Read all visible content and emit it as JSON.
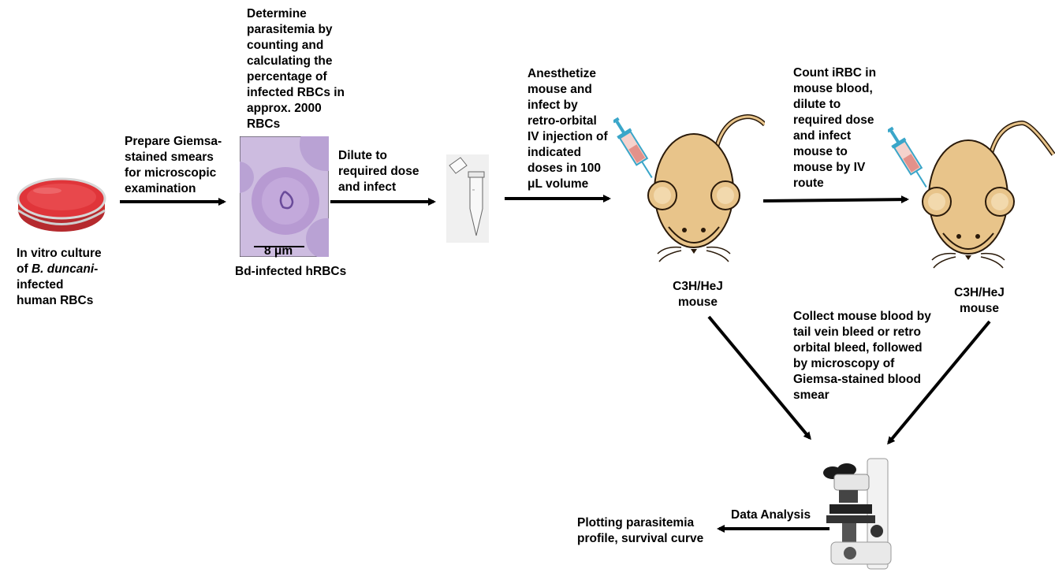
{
  "steps": {
    "culture_label": [
      "In vitro culture",
      "of ",
      "B. duncani",
      "-",
      "infected",
      "human RBCs"
    ],
    "prepare_label": [
      "Prepare Giemsa-",
      "stained smears",
      "for microscopic",
      "examination"
    ],
    "determine_label": [
      "Determine",
      "parasitemia by",
      "counting and",
      "calculating the",
      "percentage of",
      "infected RBCs in",
      "approx. 2000",
      "RBCs"
    ],
    "smear_scale": "8 μm",
    "smear_caption": "Bd-infected hRBCs",
    "dilute_label": [
      "Dilute to",
      "required dose",
      "and infect"
    ],
    "anesthetize_label": [
      "Anesthetize",
      "mouse and",
      "infect by",
      "retro-orbital",
      "IV injection of",
      "indicated",
      "doses in 100",
      "μL volume"
    ],
    "count_label": [
      "Count iRBC in",
      "mouse blood,",
      "dilute to",
      "required dose",
      "and infect",
      "mouse to",
      "mouse by IV",
      "route"
    ],
    "mouse1_label": [
      "C3H/HeJ",
      "mouse"
    ],
    "mouse2_label": [
      "C3H/HeJ",
      "mouse"
    ],
    "collect_label": [
      "Collect mouse blood by",
      "tail vein bleed or retro",
      "orbital bleed, followed",
      "by microscopy of",
      "Giemsa-stained blood",
      "smear"
    ],
    "data_analysis_label": "Data Analysis",
    "plotting_label": [
      "Plotting parasitemia",
      "profile, survival curve"
    ]
  },
  "colors": {
    "dish_red": "#e0353a",
    "smear_bg": "#cdbce0",
    "cell_fill": "#b79ad2",
    "mouse_body": "#e8c48a",
    "mouse_outline": "#2a1a0a",
    "syringe_blue": "#3aa6c9"
  },
  "icons": [
    "petri-dish-icon",
    "blood-smear-image",
    "microtube-icon",
    "syringe-icon",
    "mouse-icon",
    "microscope-icon"
  ]
}
